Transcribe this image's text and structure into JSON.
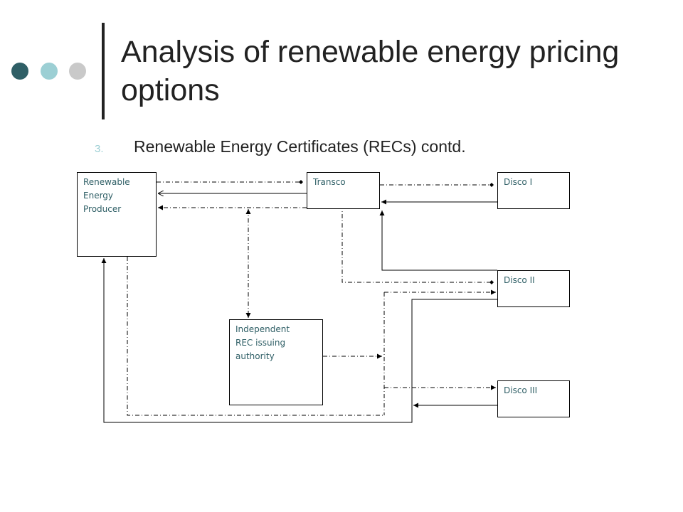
{
  "slide": {
    "title": "Analysis of renewable energy pricing options",
    "bullet_number": "3.",
    "subtitle": "Renewable Energy Certificates (RECs) contd.",
    "accent_colors": [
      "#2f5f66",
      "#9ccfd4",
      "#c9c9c9"
    ]
  },
  "diagram": {
    "nodes": {
      "rep": "Renewable\nEnergy\nProducer",
      "transco": "Transco",
      "disco1": "Disco I",
      "disco2": "Disco II",
      "rec_authority": "Independent\nREC issuing\nauthority",
      "disco3": "Disco III"
    },
    "legend_note": "",
    "line_styles": [
      "solid",
      "dash-dot"
    ]
  }
}
